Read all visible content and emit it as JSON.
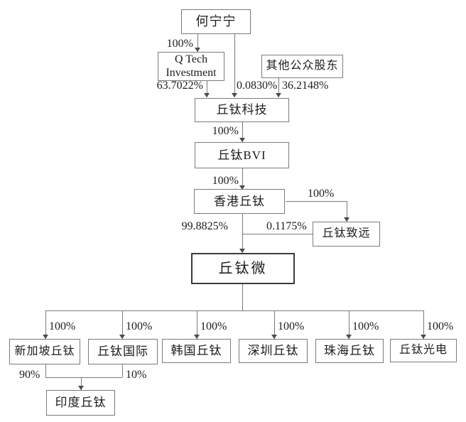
{
  "colors": {
    "background": "#ffffff",
    "line": "#7a7a7a",
    "box_border": "#7b7b7b",
    "highlight_border": "#3b3b3b",
    "text": "#1c1c1c"
  },
  "nodes": {
    "he_ningning": "何宁宁",
    "q_tech_investment": "Q Tech Investment",
    "other_public_shareholders": "其他公众股东",
    "qtech_keji": "丘钛科技",
    "qtech_bvi": "丘钛BVI",
    "hongkong_qtech": "香港丘钛",
    "qtech_zhiyuan": "丘钛致远",
    "qtech_micro": "丘钛微",
    "singapore_qtech": "新加坡丘钛",
    "qtech_international": "丘钛国际",
    "korea_qtech": "韩国丘钛",
    "shenzhen_qtech": "深圳丘钛",
    "zhuhai_qtech": "珠海丘钛",
    "qtech_optical": "丘钛光电",
    "india_qtech": "印度丘钛"
  },
  "percents": {
    "he_to_qtech_investment": "100%",
    "qtech_investment_to_keji": "63.7022%",
    "he_to_keji": "0.0830%",
    "public_to_keji": "36.2148%",
    "keji_to_bvi": "100%",
    "bvi_to_hongkong": "100%",
    "hongkong_to_zhiyuan": "100%",
    "hongkong_to_micro": "99.8825%",
    "zhiyuan_to_micro": "0.1175%",
    "micro_to_singapore": "100%",
    "micro_to_international": "100%",
    "micro_to_korea": "100%",
    "micro_to_shenzhen": "100%",
    "micro_to_zhuhai": "100%",
    "micro_to_optical": "100%",
    "singapore_to_india": "90%",
    "international_to_india": "10%"
  }
}
